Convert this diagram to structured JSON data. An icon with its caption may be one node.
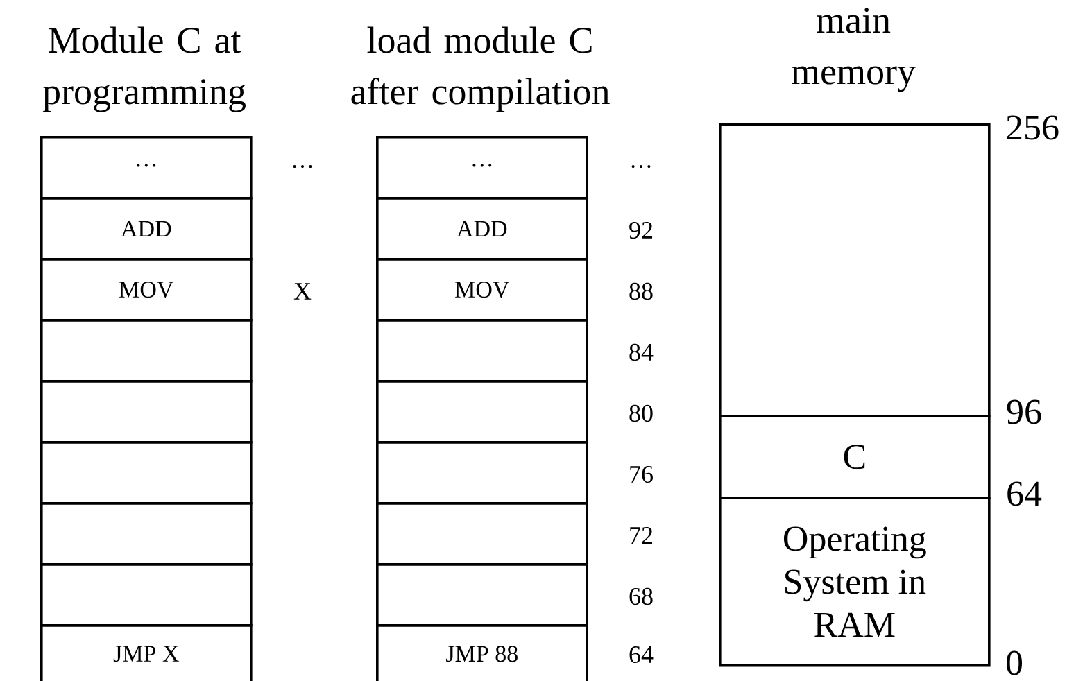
{
  "diagram": {
    "nodes": [
      {
        "text": [
          "…"
        ]
      },
      {
        "text": [
          "ADD"
        ]
      },
      {
        "text": [
          "MOV"
        ]
      },
      {
        "text": [],
        "shape": "box"
      },
      {
        "text": [],
        "shape": "box"
      },
      {
        "text": [],
        "shape": "box"
      },
      {
        "text": [],
        "shape": "box"
      },
      {
        "text": [],
        "shape": "box"
      },
      {
        "text": [
          "JMP X"
        ]
      },
      {
        "text": [
          "…"
        ]
      },
      {
        "text": [
          "ADD"
        ]
      },
      {
        "text": [
          "MOV"
        ]
      },
      {
        "text": [],
        "shape": "box"
      },
      {
        "text": [],
        "shape": "box"
      },
      {
        "text": [],
        "shape": "box"
      },
      {
        "text": [],
        "shape": "box"
      },
      {
        "text": [],
        "shape": "box"
      },
      {
        "text": [
          "JMP 88"
        ]
      },
      {
        "text": [],
        "shape": "box"
      },
      {
        "text": [
          "C"
        ]
      },
      {
        "text": [
          "Operating System in RAM"
        ]
      }
    ],
    "labels": [
      "Module C at programming",
      "load module C after compilation",
      "main memory",
      "…",
      "…",
      "92",
      "X",
      "88",
      "84",
      "80",
      "76",
      "72",
      "68",
      "64",
      "256",
      "96",
      "64",
      "0"
    ]
  }
}
